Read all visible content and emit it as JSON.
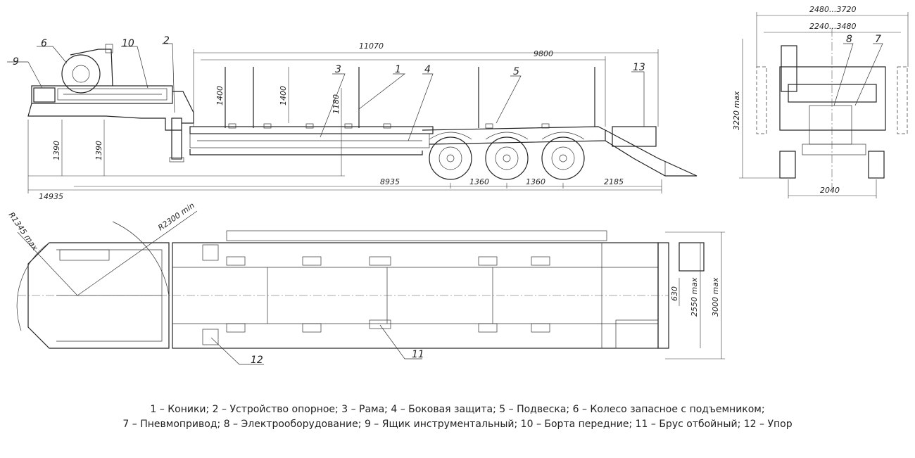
{
  "dimensions": {
    "overall_length": "11070",
    "platform_length": "9800",
    "total_length": "14935",
    "front_to_axle": "8935",
    "axle_spacing_1": "1360",
    "axle_spacing_2": "1360",
    "rear_overhang": "2185",
    "stake_height_1": "1400",
    "stake_height_2": "1400",
    "deck_height": "1180",
    "coupling_height_1": "1390",
    "coupling_height_2": "1390",
    "overall_width": "2480...3720",
    "inner_width": "2240...3480",
    "height_max": "3220 max",
    "track_width": "2040",
    "turn_radius_front": "R1345 max",
    "turn_radius_min": "R2300 min",
    "rear_gap": "630",
    "width_max_1": "2550 max",
    "width_max_2": "3000 max"
  },
  "callouts": {
    "c1": "1",
    "c2": "2",
    "c3": "3",
    "c4": "4",
    "c5": "5",
    "c6": "6",
    "c7": "7",
    "c8": "8",
    "c9": "9",
    "c10": "10",
    "c11": "11",
    "c12": "12",
    "c13": "13"
  },
  "legend": {
    "line1": "1 – Коники; 2 – Устройство опорное; 3 – Рама; 4 – Боковая защита; 5 – Подвеска; 6 – Колесо запасное с подъемником;",
    "line2": "7 – Пневмопривод; 8 – Электрооборудование; 9 – Ящик инструментальный; 10 – Борта передние; 11 – Брус отбойный; 12 – Упор"
  }
}
